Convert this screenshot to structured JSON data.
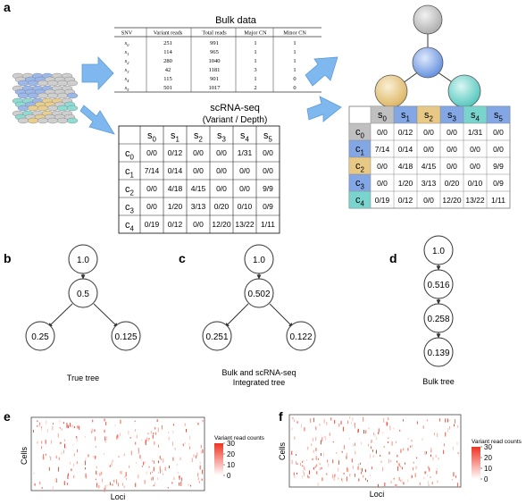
{
  "panels": {
    "a": {
      "label": "a",
      "bulk": {
        "title": "Bulk data",
        "headers": [
          "SNV",
          "Variant reads",
          "Total reads",
          "Major CN",
          "Minor CN"
        ],
        "rows": [
          [
            "s0",
            "251",
            "991",
            "1",
            "1"
          ],
          [
            "s1",
            "114",
            "965",
            "1",
            "1"
          ],
          [
            "s2",
            "280",
            "1040",
            "1",
            "1"
          ],
          [
            "s3",
            "42",
            "1181",
            "3",
            "1"
          ],
          [
            "s4",
            "115",
            "901",
            "1",
            "0"
          ],
          [
            "s5",
            "501",
            "1017",
            "2",
            "0"
          ]
        ]
      },
      "scrna": {
        "title": "scRNA-seq",
        "subtitle": "(Variant / Depth)",
        "col_headers": [
          "s0",
          "s1",
          "s2",
          "s3",
          "s4",
          "s5"
        ],
        "row_headers": [
          "c0",
          "c1",
          "c2",
          "c3",
          "c4"
        ],
        "cells": [
          [
            "0/0",
            "0/12",
            "0/0",
            "0/0",
            "1/31",
            "0/0"
          ],
          [
            "7/14",
            "0/14",
            "0/0",
            "0/0",
            "0/0",
            "0/0"
          ],
          [
            "0/0",
            "4/18",
            "4/15",
            "0/0",
            "0/0",
            "9/9"
          ],
          [
            "0/0",
            "1/20",
            "3/13",
            "0/20",
            "0/10",
            "0/9"
          ],
          [
            "0/19",
            "0/12",
            "0/0",
            "12/20",
            "13/22",
            "1/11"
          ]
        ]
      },
      "clone_colors": {
        "gray": "#b5b5b5",
        "blue": "#6d98e0",
        "gold": "#e3be6f",
        "teal": "#63cdc5"
      }
    },
    "b": {
      "label": "b",
      "caption": "True tree",
      "nodes": [
        "1.0",
        "0.5",
        "0.25",
        "0.125"
      ]
    },
    "c": {
      "label": "c",
      "caption_line1": "Bulk and scRNA-seq",
      "caption_line2": "Integrated tree",
      "nodes": [
        "1.0",
        "0.502",
        "0.251",
        "0.122"
      ]
    },
    "d": {
      "label": "d",
      "caption": "Bulk tree",
      "nodes": [
        "1.0",
        "0.516",
        "0.258",
        "0.139"
      ]
    },
    "e": {
      "label": "e",
      "xlabel": "Loci",
      "ylabel": "Cells",
      "legend_title": "Variant read counts",
      "legend_ticks": [
        "30",
        "20",
        "10",
        "0"
      ]
    },
    "f": {
      "label": "f",
      "xlabel": "Loci",
      "ylabel": "Cells",
      "legend_title": "Variant read counts",
      "legend_ticks": [
        "30",
        "20",
        "10",
        "0"
      ]
    }
  },
  "chart_data": [
    {
      "type": "heatmap",
      "panel": "e",
      "xlabel": "Loci",
      "ylabel": "Cells",
      "colorbar_range": [
        0,
        30
      ],
      "colormap": [
        "#ffffff",
        "#ee3322"
      ]
    },
    {
      "type": "heatmap",
      "panel": "f",
      "xlabel": "Loci",
      "ylabel": "Cells",
      "colorbar_range": [
        0,
        30
      ],
      "colormap": [
        "#ffffff",
        "#ee3322"
      ]
    }
  ]
}
